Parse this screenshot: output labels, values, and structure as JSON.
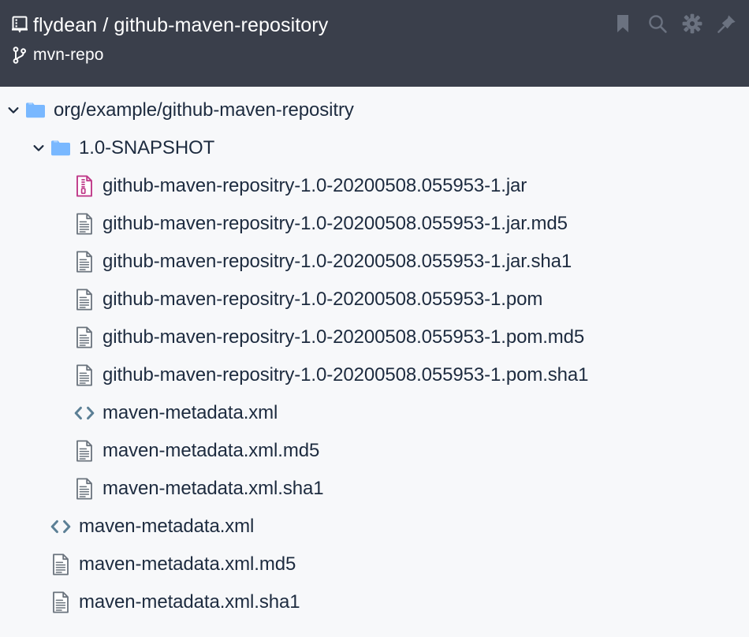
{
  "header": {
    "repo_icon": "repo-book-icon",
    "repo_title": "flydean / github-maven-repository",
    "branch_icon": "git-branch-icon",
    "branch_name": "mvn-repo",
    "actions": [
      {
        "name": "bookmark-icon",
        "label": "Bookmark"
      },
      {
        "name": "search-icon",
        "label": "Search"
      },
      {
        "name": "gear-icon",
        "label": "Settings"
      },
      {
        "name": "pin-icon",
        "label": "Pin"
      }
    ],
    "background_color": "#3a3f4b",
    "text_color": "#ffffff",
    "action_icon_color": "#6b7280"
  },
  "colors": {
    "page_background": "#f7f8fa",
    "text": "#1d2b3f",
    "folder": "#79b8ff",
    "archive": "#bf3989",
    "document": "#6a737d",
    "code": "#5b7f95",
    "chevron": "#1d2b3f"
  },
  "tree": {
    "items": [
      {
        "label": "org/example/github-maven-repositry",
        "depth": 0,
        "type": "folder",
        "icon": "folder-icon",
        "expanded": true,
        "twisty": "chevron-down-icon"
      },
      {
        "label": "1.0-SNAPSHOT",
        "depth": 1,
        "type": "folder",
        "icon": "folder-icon",
        "expanded": true,
        "twisty": "chevron-down-icon"
      },
      {
        "label": "github-maven-repositry-1.0-20200508.055953-1.jar",
        "depth": 2,
        "type": "archive",
        "icon": "archive-file-icon",
        "expanded": null,
        "twisty": ""
      },
      {
        "label": "github-maven-repositry-1.0-20200508.055953-1.jar.md5",
        "depth": 2,
        "type": "file",
        "icon": "document-file-icon",
        "expanded": null,
        "twisty": ""
      },
      {
        "label": "github-maven-repositry-1.0-20200508.055953-1.jar.sha1",
        "depth": 2,
        "type": "file",
        "icon": "document-file-icon",
        "expanded": null,
        "twisty": ""
      },
      {
        "label": "github-maven-repositry-1.0-20200508.055953-1.pom",
        "depth": 2,
        "type": "file",
        "icon": "document-file-icon",
        "expanded": null,
        "twisty": ""
      },
      {
        "label": "github-maven-repositry-1.0-20200508.055953-1.pom.md5",
        "depth": 2,
        "type": "file",
        "icon": "document-file-icon",
        "expanded": null,
        "twisty": ""
      },
      {
        "label": "github-maven-repositry-1.0-20200508.055953-1.pom.sha1",
        "depth": 2,
        "type": "file",
        "icon": "document-file-icon",
        "expanded": null,
        "twisty": ""
      },
      {
        "label": "maven-metadata.xml",
        "depth": 2,
        "type": "code",
        "icon": "code-file-icon",
        "expanded": null,
        "twisty": ""
      },
      {
        "label": "maven-metadata.xml.md5",
        "depth": 2,
        "type": "file",
        "icon": "document-file-icon",
        "expanded": null,
        "twisty": ""
      },
      {
        "label": "maven-metadata.xml.sha1",
        "depth": 2,
        "type": "file",
        "icon": "document-file-icon",
        "expanded": null,
        "twisty": ""
      },
      {
        "label": "maven-metadata.xml",
        "depth": 1,
        "type": "code",
        "icon": "code-file-icon",
        "expanded": null,
        "twisty": ""
      },
      {
        "label": "maven-metadata.xml.md5",
        "depth": 1,
        "type": "file",
        "icon": "document-file-icon",
        "expanded": null,
        "twisty": ""
      },
      {
        "label": "maven-metadata.xml.sha1",
        "depth": 1,
        "type": "file",
        "icon": "document-file-icon",
        "expanded": null,
        "twisty": ""
      }
    ]
  }
}
